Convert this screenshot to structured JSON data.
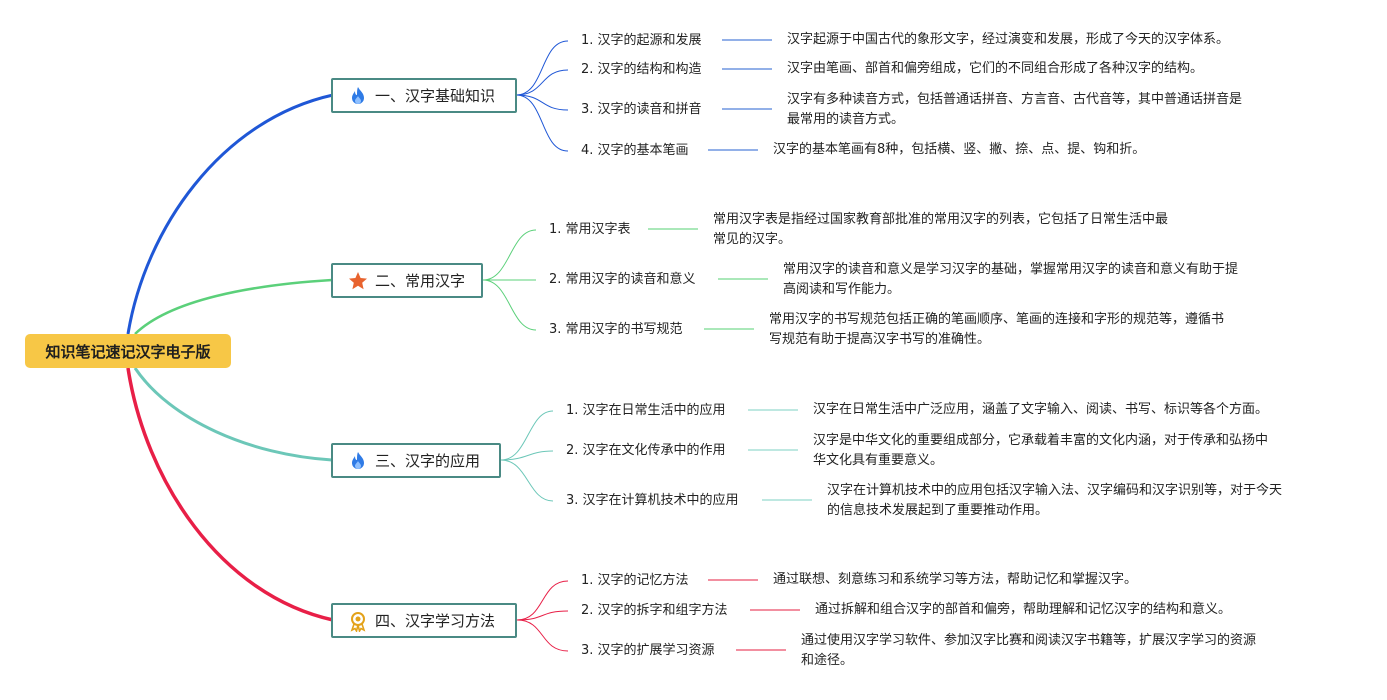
{
  "root": {
    "label": "知识笔记速记汉字电子版"
  },
  "colors": {
    "branch1": "#1f57d6",
    "branch2": "#5bd07a",
    "branch3": "#6cc7b8",
    "branch4": "#e81f47",
    "root_bg": "#f7c746",
    "topic_border": "#4a8a84"
  },
  "topics": [
    {
      "label": "一、汉字基础知识",
      "icon": "fire-icon",
      "items": [
        {
          "title": "1. 汉字的起源和发展",
          "desc_lines": [
            "汉字起源于中国古代的象形文字，经过演变和发展，形成了今天的汉字体系。"
          ]
        },
        {
          "title": "2. 汉字的结构和构造",
          "desc_lines": [
            "汉字由笔画、部首和偏旁组成，它们的不同组合形成了各种汉字的结构。"
          ]
        },
        {
          "title": "3. 汉字的读音和拼音",
          "desc_lines": [
            "汉字有多种读音方式，包括普通话拼音、方言音、古代音等，其中普通话拼音是",
            "最常用的读音方式。"
          ]
        },
        {
          "title": "4. 汉字的基本笔画",
          "desc_lines": [
            "汉字的基本笔画有8种，包括横、竖、撇、捺、点、提、钩和折。"
          ]
        }
      ]
    },
    {
      "label": "二、常用汉字",
      "icon": "star-icon",
      "items": [
        {
          "title": "1. 常用汉字表",
          "desc_lines": [
            "常用汉字表是指经过国家教育部批准的常用汉字的列表，它包括了日常生活中最",
            "常见的汉字。"
          ]
        },
        {
          "title": "2. 常用汉字的读音和意义",
          "desc_lines": [
            "常用汉字的读音和意义是学习汉字的基础，掌握常用汉字的读音和意义有助于提",
            "高阅读和写作能力。"
          ]
        },
        {
          "title": "3. 常用汉字的书写规范",
          "desc_lines": [
            "常用汉字的书写规范包括正确的笔画顺序、笔画的连接和字形的规范等，遵循书",
            "写规范有助于提高汉字书写的准确性。"
          ]
        }
      ]
    },
    {
      "label": "三、汉字的应用",
      "icon": "fire-icon",
      "items": [
        {
          "title": "1. 汉字在日常生活中的应用",
          "desc_lines": [
            "汉字在日常生活中广泛应用，涵盖了文字输入、阅读、书写、标识等各个方面。"
          ]
        },
        {
          "title": "2. 汉字在文化传承中的作用",
          "desc_lines": [
            "汉字是中华文化的重要组成部分，它承载着丰富的文化内涵，对于传承和弘扬中",
            "华文化具有重要意义。"
          ]
        },
        {
          "title": "3. 汉字在计算机技术中的应用",
          "desc_lines": [
            "汉字在计算机技术中的应用包括汉字输入法、汉字编码和汉字识别等，对于今天",
            "的信息技术发展起到了重要推动作用。"
          ]
        }
      ]
    },
    {
      "label": "四、汉字学习方法",
      "icon": "medal-icon",
      "items": [
        {
          "title": "1. 汉字的记忆方法",
          "desc_lines": [
            "通过联想、刻意练习和系统学习等方法，帮助记忆和掌握汉字。"
          ]
        },
        {
          "title": "2. 汉字的拆字和组字方法",
          "desc_lines": [
            "通过拆解和组合汉字的部首和偏旁，帮助理解和记忆汉字的结构和意义。"
          ]
        },
        {
          "title": "3. 汉字的扩展学习资源",
          "desc_lines": [
            "通过使用汉字学习软件、参加汉字比赛和阅读汉字书籍等，扩展汉字学习的资源",
            "和途径。"
          ]
        }
      ]
    }
  ]
}
